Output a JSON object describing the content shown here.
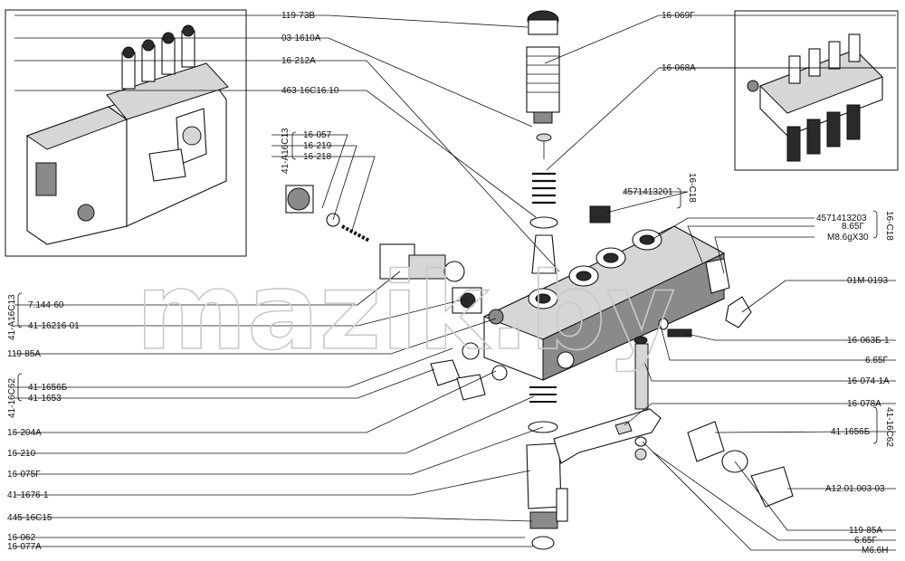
{
  "watermark": "mazik.by",
  "labels_left": [
    {
      "id": "l1",
      "text": "119-73В"
    },
    {
      "id": "l2",
      "text": "03-1610А"
    },
    {
      "id": "l3",
      "text": "16-212А"
    },
    {
      "id": "l4",
      "text": "463-16С16.10"
    },
    {
      "id": "l5",
      "text": "16-057"
    },
    {
      "id": "l6",
      "text": "16-219"
    },
    {
      "id": "l7",
      "text": "16-218"
    },
    {
      "id": "l8",
      "text": "7.144-60"
    },
    {
      "id": "l9",
      "text": "41-16216-01"
    },
    {
      "id": "l10",
      "text": "119-85А"
    },
    {
      "id": "l11",
      "text": "41-1656Б"
    },
    {
      "id": "l12",
      "text": "41-1653"
    },
    {
      "id": "l13",
      "text": "16-204А"
    },
    {
      "id": "l14",
      "text": "16-210"
    },
    {
      "id": "l15",
      "text": "16-075Г"
    },
    {
      "id": "l16",
      "text": "41-1676-1"
    },
    {
      "id": "l17",
      "text": "445-16С15"
    },
    {
      "id": "l18",
      "text": "16-062"
    },
    {
      "id": "l19",
      "text": "16-077А"
    }
  ],
  "labels_right": [
    {
      "id": "r1",
      "text": "16-069Г"
    },
    {
      "id": "r2",
      "text": "16-068А"
    },
    {
      "id": "r3",
      "text": "4571413201"
    },
    {
      "id": "r4",
      "text": "4571413203"
    },
    {
      "id": "r5",
      "text": "8.65Г"
    },
    {
      "id": "r6",
      "text": "М8.6gX30"
    },
    {
      "id": "r7",
      "text": "01М-0193"
    },
    {
      "id": "r8",
      "text": "16-063Б-1"
    },
    {
      "id": "r9",
      "text": "6.65Г"
    },
    {
      "id": "r10",
      "text": "16-074-1А"
    },
    {
      "id": "r11",
      "text": "16-078А"
    },
    {
      "id": "r12",
      "text": "41-1656Б"
    },
    {
      "id": "r13",
      "text": "А12.01.003-03"
    },
    {
      "id": "r14",
      "text": "119-85А"
    },
    {
      "id": "r15",
      "text": "6.65Г"
    },
    {
      "id": "r16",
      "text": "М6.6Н"
    }
  ],
  "groups": [
    {
      "id": "g1",
      "text": "41-А16С13"
    },
    {
      "id": "g2",
      "text": "16-С18"
    },
    {
      "id": "g3",
      "text": "16-С18"
    },
    {
      "id": "g4",
      "text": "41-А16С13"
    },
    {
      "id": "g5",
      "text": "41-16С62"
    },
    {
      "id": "g6",
      "text": "41-16С62"
    }
  ]
}
